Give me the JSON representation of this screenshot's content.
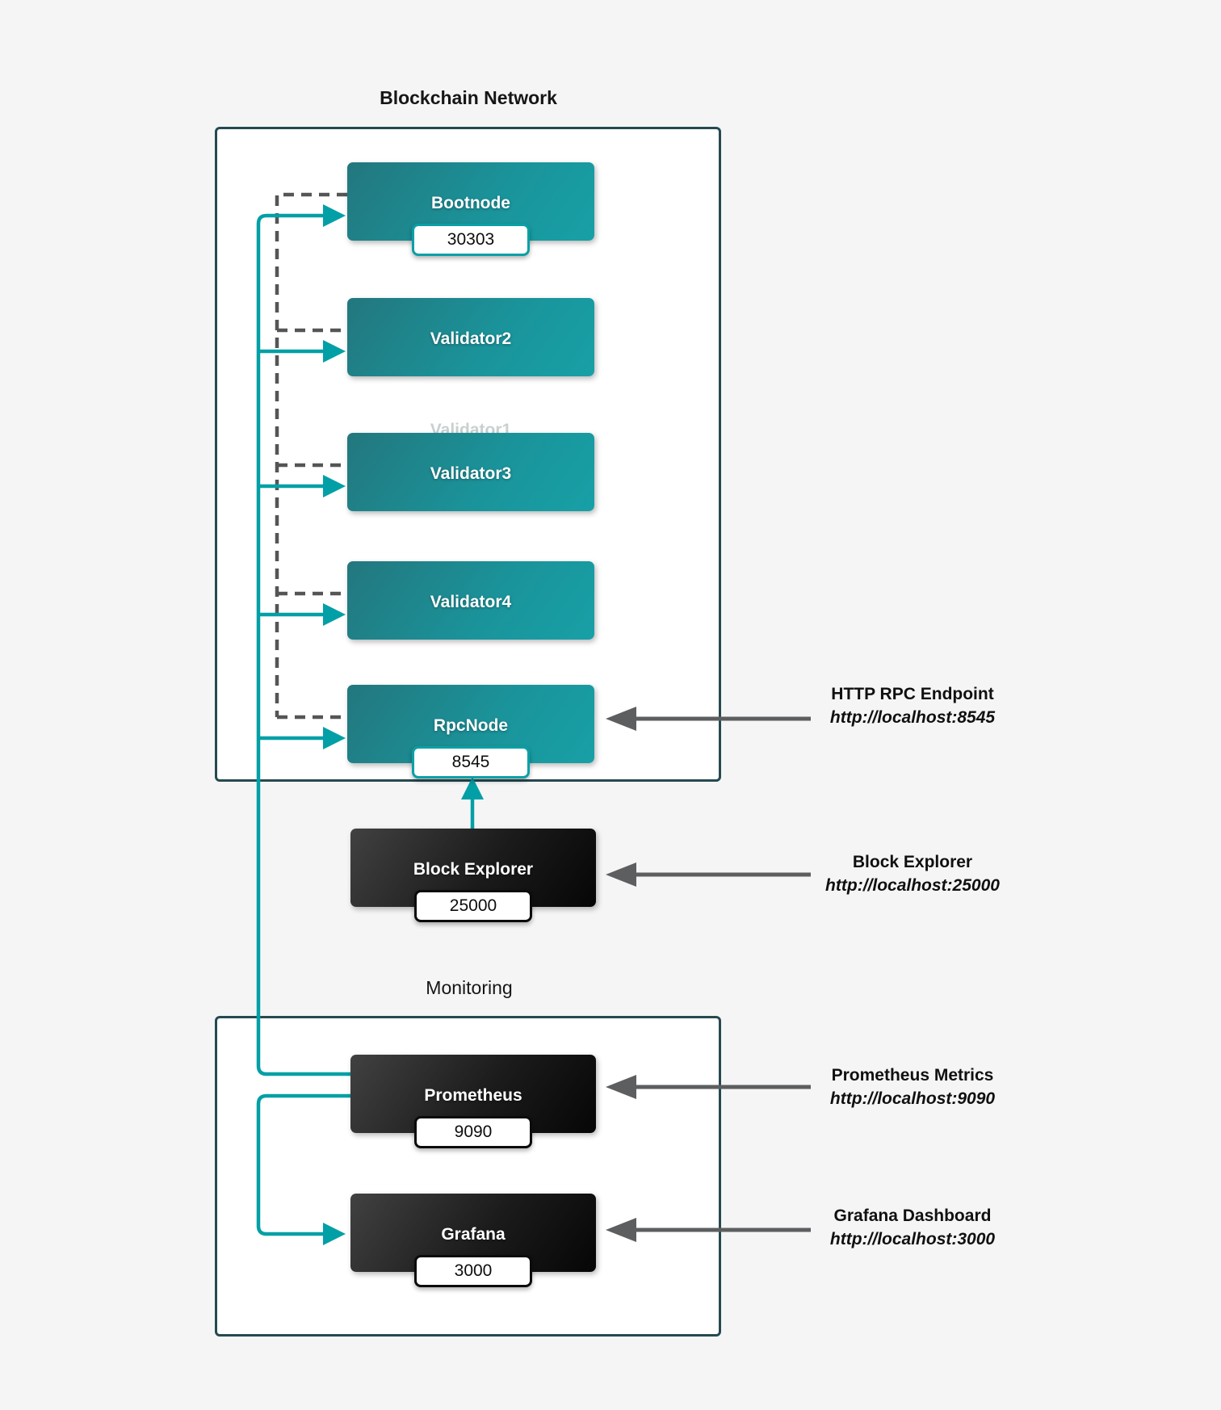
{
  "diagram": {
    "network": {
      "title": "Blockchain Network",
      "nodes": {
        "bootnode": {
          "label": "Bootnode",
          "port": "30303"
        },
        "validator2": {
          "label": "Validator2"
        },
        "validator3": {
          "label": "Validator3"
        },
        "validator1_occluded": {
          "label": "Validator1"
        },
        "validator4": {
          "label": "Validator4"
        },
        "rpcnode": {
          "label": "RpcNode",
          "port": "8545"
        }
      }
    },
    "block_explorer": {
      "label": "Block Explorer",
      "port": "25000"
    },
    "monitoring": {
      "title": "Monitoring",
      "nodes": {
        "prometheus": {
          "label": "Prometheus",
          "port": "9090"
        },
        "grafana": {
          "label": "Grafana",
          "port": "3000"
        }
      }
    },
    "endpoints": {
      "rpc": {
        "title": "HTTP RPC Endpoint",
        "url": "http://localhost:8545"
      },
      "explorer": {
        "title": "Block Explorer",
        "url": "http://localhost:25000"
      },
      "prometheus": {
        "title": "Prometheus Metrics",
        "url": "http://localhost:9090"
      },
      "grafana": {
        "title": "Grafana Dashboard",
        "url": "http://localhost:3000"
      }
    },
    "colors": {
      "accent_teal": "#02a0a6",
      "node_teal_gradient": [
        "#23777e",
        "#17a0a6"
      ],
      "node_dark_gradient": [
        "#414141",
        "#060606"
      ],
      "arrow_grey": "#5d5e60",
      "dashed_grey": "#555555",
      "container_border": "#254a50",
      "page_background": "#f5f5f6"
    }
  }
}
